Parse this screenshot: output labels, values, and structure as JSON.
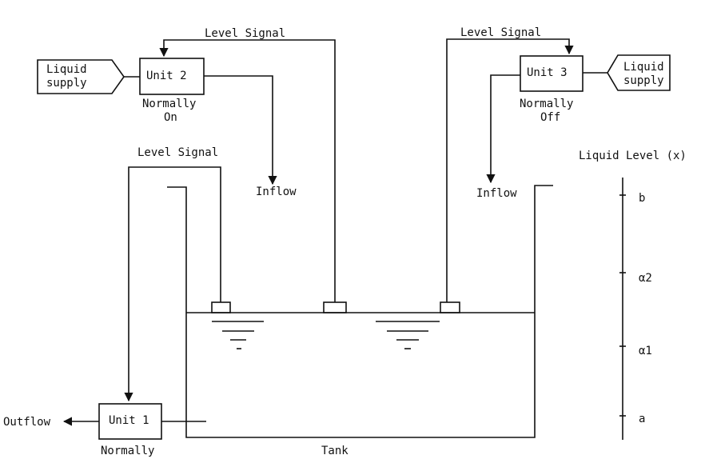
{
  "title": "",
  "units": {
    "unit1": {
      "name": "Unit 1",
      "mode": "Normally"
    },
    "unit2": {
      "name": "Unit 2",
      "mode_line1": "Normally",
      "mode_line2": "On"
    },
    "unit3": {
      "name": "Unit 3",
      "mode_line1": "Normally",
      "mode_line2": "Off"
    }
  },
  "supplies": {
    "left": {
      "line1": "Liquid",
      "line2": "supply"
    },
    "right": {
      "line1": "Liquid",
      "line2": "supply"
    }
  },
  "signals": {
    "top_left": "Level Signal",
    "top_right": "Level Signal",
    "left": "Level Signal"
  },
  "flows": {
    "inflow_left": "Inflow",
    "inflow_right": "Inflow",
    "outflow": "Outflow"
  },
  "tank_label": "Tank",
  "level_axis": {
    "title": "Liquid Level (x)",
    "marks": [
      "b",
      "α2",
      "α1",
      "a"
    ]
  }
}
